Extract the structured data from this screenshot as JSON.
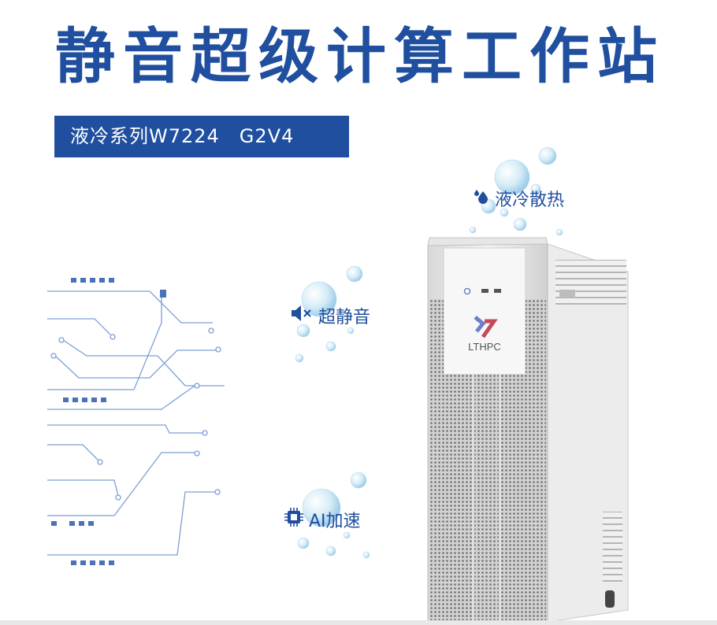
{
  "headline": "静音超级计算工作站",
  "subtitle": "液冷系列W7224　G2V4",
  "features": {
    "liquid": {
      "label": "液冷散热",
      "icon": "water-drops-icon"
    },
    "silent": {
      "label": "超静音",
      "icon": "mute-speaker-icon"
    },
    "ai": {
      "label": "AI加速",
      "icon": "chip-icon"
    }
  },
  "brand": {
    "logo_text": "LTHPC"
  },
  "colors": {
    "accent": "#1f4f9e",
    "circuit": "#6a8fc8",
    "tower": "#e9e9e9"
  }
}
